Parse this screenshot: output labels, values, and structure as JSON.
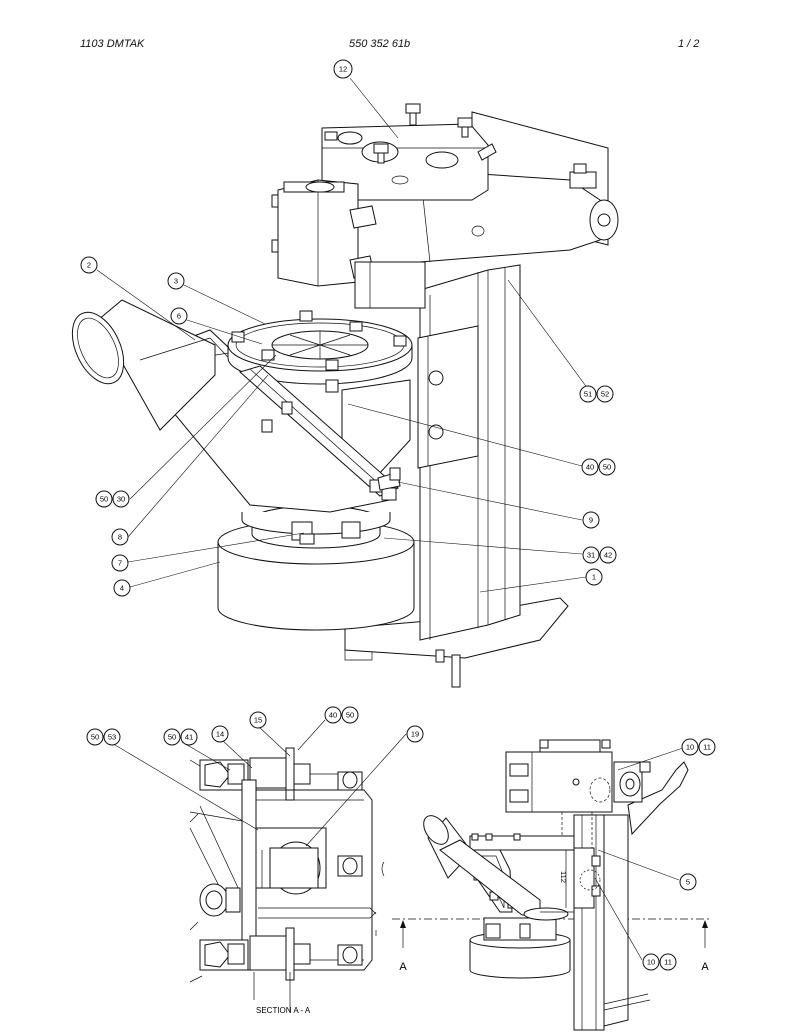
{
  "header": {
    "left": "1103 DMTAK",
    "center": "550 352 61b",
    "page": "1 /  2"
  },
  "main_view": {
    "balloons": [
      "12",
      "2",
      "3",
      "6",
      "51",
      "52",
      "40",
      "50",
      "50",
      "30",
      "9",
      "8",
      "7",
      "31",
      "42",
      "1",
      "4"
    ]
  },
  "section_view": {
    "balloons": [
      "50",
      "53",
      "50",
      "41",
      "14",
      "15",
      "40",
      "50",
      "19"
    ],
    "label": "SECTION  A - A"
  },
  "side_view": {
    "balloons": [
      "10",
      "11",
      "5",
      "10",
      "11"
    ],
    "dim": "112",
    "section_marks": [
      "A",
      "A"
    ]
  }
}
